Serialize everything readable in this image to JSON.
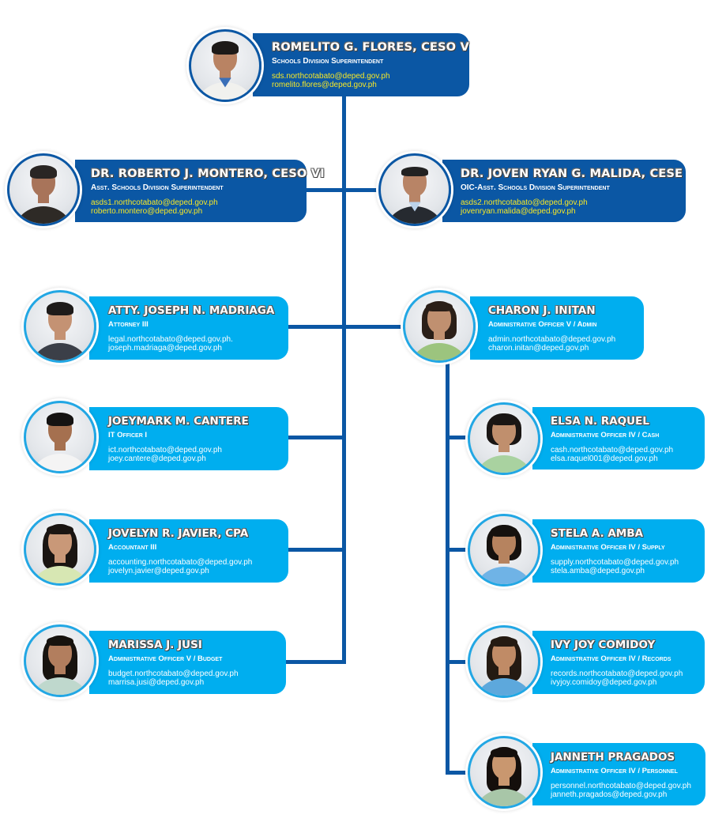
{
  "colors": {
    "connector": "#0b57a4",
    "primary-card": "#0b57a4",
    "secondary-card": "#00aeef",
    "primary-email": "#f7e826",
    "secondary-email": "#ffffff"
  },
  "sds": {
    "name": "ROMELITO G. FLORES, CESO V",
    "position": "Schools Division Superintendent",
    "emails": [
      "sds.northcotabato@deped.gov.ph",
      "romelito.flores@deped.gov.ph"
    ],
    "photo": "portrait-photo"
  },
  "asds": [
    {
      "name": "DR. ROBERTO J. MONTERO, CESO VI",
      "position": "Asst. Schools Division Superintendent",
      "emails": [
        "asds1.northcotabato@deped.gov.ph",
        "roberto.montero@deped.gov.ph"
      ],
      "photo": "portrait-photo"
    },
    {
      "name": "DR. JOVEN RYAN G. MALIDA, CESE",
      "position": "OIC-Asst. Schools Division Superintendent",
      "emails": [
        "asds2.northcotabato@deped.gov.ph",
        "jovenryan.malida@deped.gov.ph"
      ],
      "photo": "portrait-photo"
    }
  ],
  "units": [
    {
      "name": "ATTY. JOSEPH N. MADRIAGA",
      "position": "Attorney III",
      "emails": [
        "legal.northcotabato@deped.gov.ph.",
        "joseph.madriaga@deped.gov.ph"
      ],
      "photo": "portrait-photo"
    },
    {
      "name": "JOEYMARK M. CANTERE",
      "position": "IT Officer I",
      "emails": [
        "ict.northcotabato@deped.gov.ph",
        "joey.cantere@deped.gov.ph"
      ],
      "photo": "portrait-photo"
    },
    {
      "name": "JOVELYN R. JAVIER, CPA",
      "position": "Accountant III",
      "emails": [
        "accounting.northcotabato@deped.gov.ph",
        "jovelyn.javier@deped.gov.ph"
      ],
      "photo": "portrait-photo"
    },
    {
      "name": "MARISSA J. JUSI",
      "position": "Administrative Officer V / Budget",
      "emails": [
        "budget.northcotabato@deped.gov.ph",
        "marrisa.jusi@deped.gov.ph"
      ],
      "photo": "portrait-photo"
    }
  ],
  "admin": {
    "name": "CHARON J. INITAN",
    "position": "Administrative Officer V / Admin",
    "emails": [
      "admin.northcotabato@deped.gov.ph",
      "charon.initan@deped.gov.ph"
    ],
    "photo": "portrait-photo"
  },
  "admin_units": [
    {
      "name": "ELSA N. RAQUEL",
      "position": "Administrative Officer IV / Cash",
      "emails": [
        "cash.northcotabato@deped.gov.ph",
        "elsa.raquel001@deped.gov.ph"
      ],
      "photo": "portrait-photo"
    },
    {
      "name": "STELA A. AMBA",
      "position": "Administrative Officer IV / Supply",
      "emails": [
        "supply.northcotabato@deped.gov.ph",
        "stela.amba@deped.gov.ph"
      ],
      "photo": "portrait-photo"
    },
    {
      "name": "IVY JOY COMIDOY",
      "position": "Administrative Officer IV / Records",
      "emails": [
        "records.northcotabato@deped.gov.ph",
        "ivyjoy.comidoy@deped.gov.ph"
      ],
      "photo": "portrait-photo"
    },
    {
      "name": "JANNETH PRAGADOS",
      "position": "Administrative Officer IV / Personnel",
      "emails": [
        "personnel.northcotabato@deped.gov.ph",
        "janneth.pragados@deped.gov.ph"
      ],
      "photo": "portrait-photo"
    }
  ]
}
